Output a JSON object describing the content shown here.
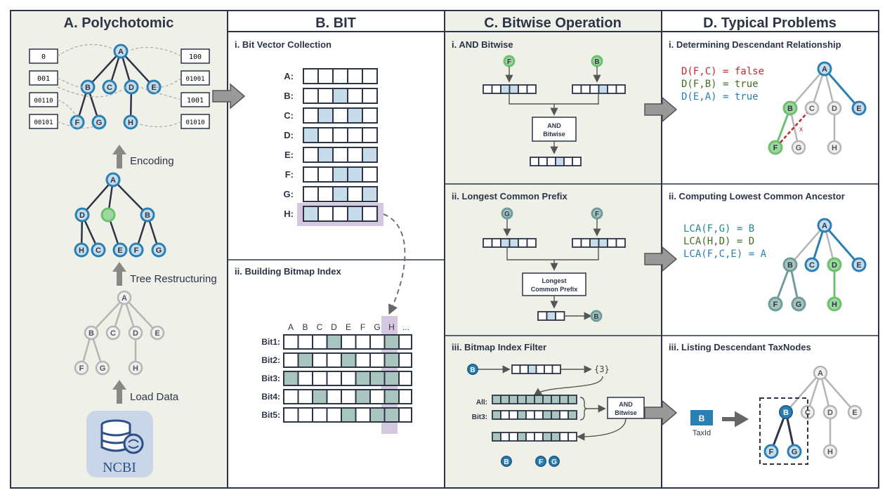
{
  "panels": {
    "a": {
      "title": "A. Polychotomic",
      "encoding": "Encoding",
      "restructuring": "Tree Restructuring",
      "load": "Load Data",
      "ncbi": "NCBI",
      "codes_left": [
        "0",
        "001",
        "00110",
        "00101"
      ],
      "codes_right": [
        "100",
        "01001",
        "1001",
        "01010"
      ]
    },
    "b": {
      "title": "B. BIT",
      "sub1": "i. Bit Vector Collection",
      "sub2": "ii. Building Bitmap Index",
      "row_labels": [
        "A:",
        "B:",
        "C:",
        "D:",
        "E:",
        "F:",
        "G:",
        "H:"
      ],
      "col_labels": [
        "A",
        "B",
        "C",
        "D",
        "E",
        "F",
        "G",
        "H",
        "..."
      ],
      "bit_labels": [
        "Bit1:",
        "Bit2:",
        "Bit3:",
        "Bit4:",
        "Bit5:"
      ]
    },
    "c": {
      "title": "C. Bitwise Operation",
      "sub1": "i. AND Bitwise",
      "sub2": "ii. Longest Common Prefix",
      "sub3": "iii. Bitmap Index Filter",
      "and_box_1": "AND",
      "and_box_2": "Bitwise",
      "lcp_box_1": "Longest",
      "lcp_box_2": "Common Prefix",
      "set_text": "{3}",
      "all_label": "All:",
      "bit3_label": "Bit3:"
    },
    "d": {
      "title": "D. Typical Problems",
      "sub1": "i. Determining Descendant Relationship",
      "sub2": "ii. Computing Lowest Common Ancestor",
      "sub3": "iii. Listing Descendant TaxNodes",
      "d_lines": [
        "D(F,C) = false",
        "D(F,B) = true",
        "D(E,A) = true"
      ],
      "lca_lines": [
        "LCA(F,G) = B",
        "LCA(H,D) = D",
        "LCA(F,C,E) = A"
      ],
      "taxid": "TaxId",
      "taxid_node": "B",
      "x_mark": "x"
    }
  },
  "nodes": {
    "A": "A",
    "B": "B",
    "C": "C",
    "D": "D",
    "E": "E",
    "F": "F",
    "G": "G",
    "H": "H"
  },
  "colors": {
    "panel_bg": "#eff0e8",
    "border": "#2d3446",
    "blue_fill": "#c7dcea",
    "teal_fill": "#a8c5c0",
    "node_blue": "#2a7fb5",
    "node_green": "#6cc070",
    "node_teal": "#6f9e9a",
    "grey_node": "#b5b5b5",
    "highlight": "#b9a8c8",
    "red": "#c0282b",
    "green_text": "#3f6f20",
    "blue_text": "#2a7fb5",
    "teal_text": "#1e8a8a"
  }
}
